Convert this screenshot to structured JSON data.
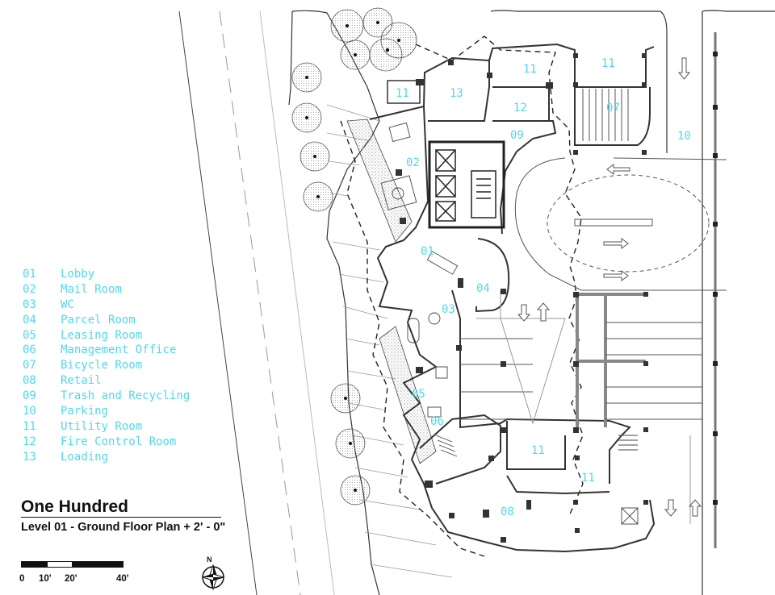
{
  "title": "One Hundred",
  "subtitle": "Level 01 - Ground Floor Plan + 2' - 0\"",
  "legend": [
    {
      "num": "01",
      "name": "Lobby"
    },
    {
      "num": "02",
      "name": "Mail Room"
    },
    {
      "num": "03",
      "name": "WC"
    },
    {
      "num": "04",
      "name": "Parcel Room"
    },
    {
      "num": "05",
      "name": "Leasing Room"
    },
    {
      "num": "06",
      "name": "Management Office"
    },
    {
      "num": "07",
      "name": "Bicycle Room"
    },
    {
      "num": "08",
      "name": "Retail"
    },
    {
      "num": "09",
      "name": "Trash and Recycling"
    },
    {
      "num": "10",
      "name": "Parking"
    },
    {
      "num": "11",
      "name": "Utility Room"
    },
    {
      "num": "12",
      "name": "Fire Control Room"
    },
    {
      "num": "13",
      "name": "Loading"
    }
  ],
  "room_labels": {
    "r01": "01",
    "r02": "02",
    "r03": "03",
    "r04": "04",
    "r05": "05",
    "r06": "06",
    "r07": "07",
    "r08": "08",
    "r09": "09",
    "r10": "10",
    "r11a": "11",
    "r11b": "11",
    "r11c": "11",
    "r11d": "11",
    "r11e": "11",
    "r12": "12",
    "r13": "13"
  },
  "scale_bar": {
    "labels": [
      "0",
      "10'",
      "20'",
      "40'"
    ]
  },
  "north_label": "N",
  "colors": {
    "room_label": "#4fd8ec",
    "line": "#2a2a2a",
    "tree": "#bdbdbd",
    "wall": "#555555"
  }
}
